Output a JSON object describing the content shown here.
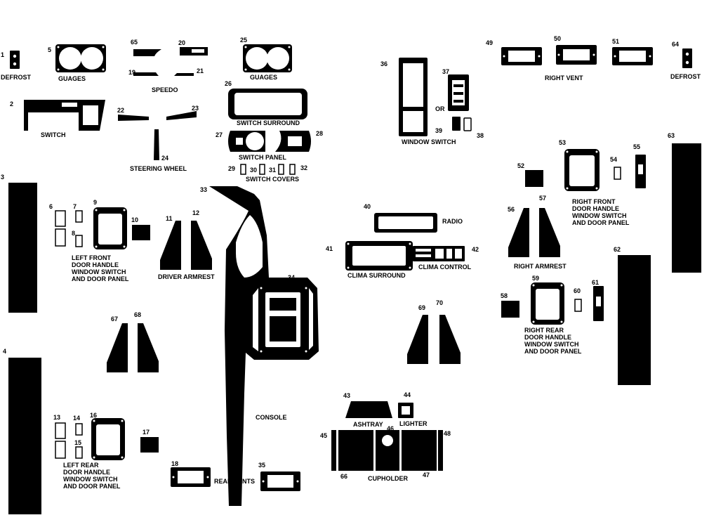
{
  "diagram": {
    "part_numbers": {
      "n1": "1",
      "n2": "2",
      "n3": "3",
      "n4": "4",
      "n5": "5",
      "n6": "6",
      "n7": "7",
      "n8": "8",
      "n9": "9",
      "n10": "10",
      "n11": "11",
      "n12": "12",
      "n13": "13",
      "n14": "14",
      "n15": "15",
      "n16": "16",
      "n17": "17",
      "n18": "18",
      "n19": "19",
      "n20": "20",
      "n21": "21",
      "n22": "22",
      "n23": "23",
      "n24": "24",
      "n25": "25",
      "n26": "26",
      "n27": "27",
      "n28": "28",
      "n29": "29",
      "n30": "30",
      "n31": "31",
      "n32": "32",
      "n33": "33",
      "n34": "34",
      "n35": "35",
      "n36": "36",
      "n37": "37",
      "n38": "38",
      "n39": "39",
      "n40": "40",
      "n41": "41",
      "n42": "42",
      "n43": "43",
      "n44": "44",
      "n45": "45",
      "n46": "46",
      "n47": "47",
      "n48": "48",
      "n49": "49",
      "n50": "50",
      "n51": "51",
      "n52": "52",
      "n53": "53",
      "n54": "54",
      "n55": "55",
      "n56": "56",
      "n57": "57",
      "n58": "58",
      "n59": "59",
      "n60": "60",
      "n61": "61",
      "n62": "62",
      "n63": "63",
      "n64": "64",
      "n65": "65",
      "n66": "66",
      "n67": "67",
      "n68": "68",
      "n69": "69",
      "n70": "70"
    },
    "captions": {
      "defrost_left": "DEFROST",
      "guages_left": "GUAGES",
      "speedo": "SPEEDO",
      "guages_center": "GUAGES",
      "switch": "SWITCH",
      "switch_surround": "SWITCH SURROUND",
      "switch_panel": "SWITCH PANEL",
      "switch_covers": "SWITCH COVERS",
      "steering_wheel": "STEERING WHEEL",
      "window_switch": "WINDOW SWITCH",
      "or": "OR",
      "right_vent": "RIGHT VENT",
      "defrost_right": "DEFROST",
      "driver_armrest": "DRIVER ARMREST",
      "radio": "RADIO",
      "clima_surround": "CLIMA SURROUND",
      "clima_control": "CLIMA CONTROL",
      "right_armrest": "RIGHT ARMREST",
      "console": "CONSOLE",
      "ashtray": "ASHTRAY",
      "lighter": "LIGHTER",
      "cupholder": "CUPHOLDER",
      "rear_vents": "REAR VENTS"
    },
    "multiline_captions": {
      "left_front": [
        "LEFT FRONT",
        "DOOR HANDLE",
        "WINDOW SWITCH",
        "AND DOOR PANEL"
      ],
      "left_rear": [
        "LEFT REAR",
        "DOOR HANDLE",
        "WINDOW SWITCH",
        "AND DOOR PANEL"
      ],
      "right_front": [
        "RIGHT FRONT",
        "DOOR HANDLE",
        "WINDOW SWITCH",
        "AND DOOR PANEL"
      ],
      "right_rear": [
        "RIGHT REAR",
        "DOOR HANDLE",
        "WINDOW SWITCH",
        "AND DOOR PANEL"
      ]
    }
  }
}
